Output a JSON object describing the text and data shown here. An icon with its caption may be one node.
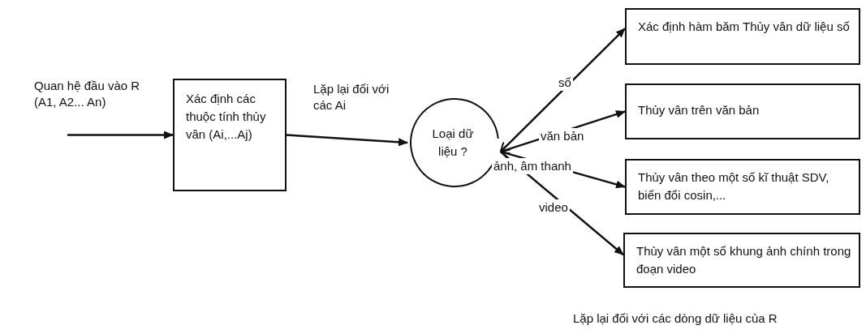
{
  "diagram": {
    "nodes": [
      {
        "text": [
          "Xác định các thuộc tính thủy vân (Ai,...Aj)"
        ]
      },
      {
        "text": [
          "Loại dữ liệu ?"
        ]
      },
      {
        "text": [
          "Xác định hàm băm Thủy vân dữ liệu số"
        ]
      },
      {
        "text": [
          "Thủy vân trên văn bản"
        ]
      },
      {
        "text": [
          "Thủy vân theo một số kĩ thuật SDV, biến đổi cosin,..."
        ]
      },
      {
        "text": [
          "Thủy vân một số khung ảnh chính trong đoạn video"
        ]
      }
    ],
    "edges": [
      {
        "from": null,
        "to": 0,
        "arrow": "to",
        "label": "Quan hệ đầu vào R (A1, A2... An)"
      },
      {
        "from": 0,
        "to": 1,
        "arrow": "to",
        "label": "Lặp lại đối với các Ai"
      },
      {
        "from": 1,
        "to": 2,
        "arrow": "both",
        "label": "số"
      },
      {
        "from": 1,
        "to": 3,
        "arrow": "both",
        "label": "văn bản"
      },
      {
        "from": 1,
        "to": 4,
        "arrow": "both",
        "label": "ảnh, âm thanh"
      },
      {
        "from": 1,
        "to": 5,
        "arrow": "to",
        "label": "video"
      }
    ],
    "labels": [
      "Lặp lại đối với các dòng dữ liệu của R"
    ]
  }
}
